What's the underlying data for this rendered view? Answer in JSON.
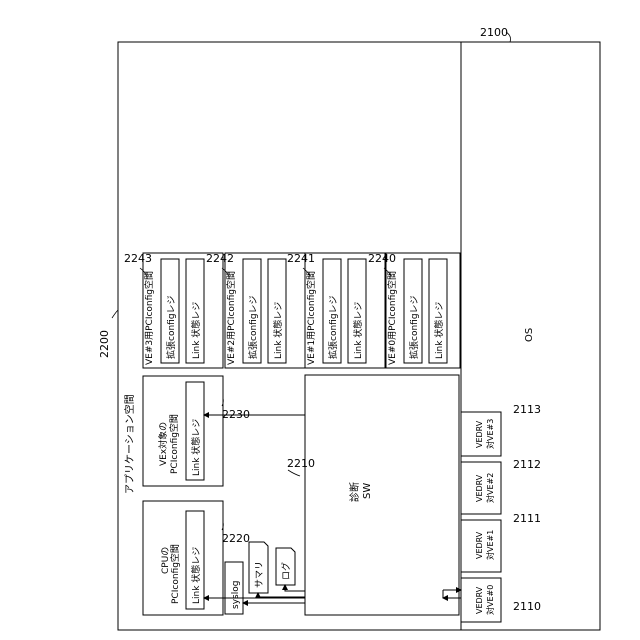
{
  "labels": {
    "system": "2100",
    "application": "2200",
    "diag_sw_ref": "2210",
    "cpu_ref": "2220",
    "vex_ref": "2230",
    "ve0_ref": "2240",
    "ve1_ref": "2241",
    "ve2_ref": "2242",
    "ve3_ref": "2243",
    "vedrv0_ref": "2110",
    "vedrv1_ref": "2111",
    "vedrv2_ref": "2112",
    "vedrv3_ref": "2113"
  },
  "text": {
    "app_space": "アプリケーション空間",
    "os": "OS",
    "diag_line1": "診断",
    "diag_line2": "SW",
    "cpu_line1": "CPUの",
    "cpu_line2": "PCIconfig空間",
    "vex_line1": "VEx対象の",
    "vex_line2": "PCIconfig空間",
    "link_reg": "Link 状態レジ",
    "ext_config": "拡張configレジ",
    "ve0_title": "VE#0用PCIconfig空間",
    "ve1_title": "VE#1用PCIconfig空間",
    "ve2_title": "VE#2用PCIconfig空間",
    "ve3_title": "VE#3用PCIconfig空間",
    "syslog": "syslog",
    "summary": "サマリ",
    "log": "ログ",
    "vedrv": "VEDRV",
    "vedrv0_sub": "対VE#0",
    "vedrv1_sub": "対VE#1",
    "vedrv2_sub": "対VE#2",
    "vedrv3_sub": "対VE#3"
  }
}
